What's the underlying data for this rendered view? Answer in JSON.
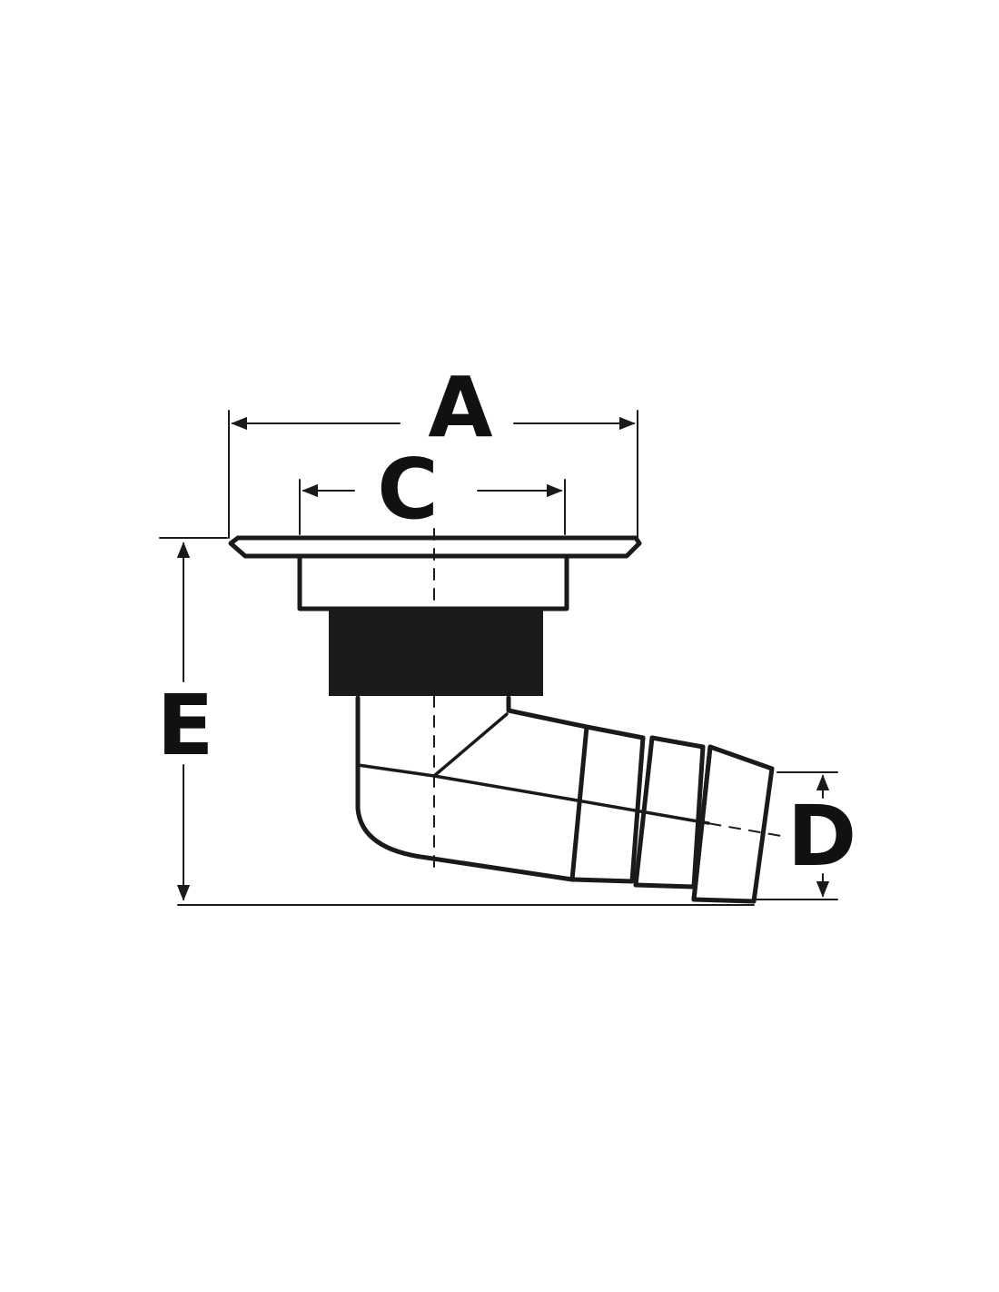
{
  "diagram": {
    "labels": {
      "a": "A",
      "c": "C",
      "d": "D",
      "e": "E"
    }
  },
  "colors": {
    "ink": "#111111",
    "background": "#ffffff"
  }
}
